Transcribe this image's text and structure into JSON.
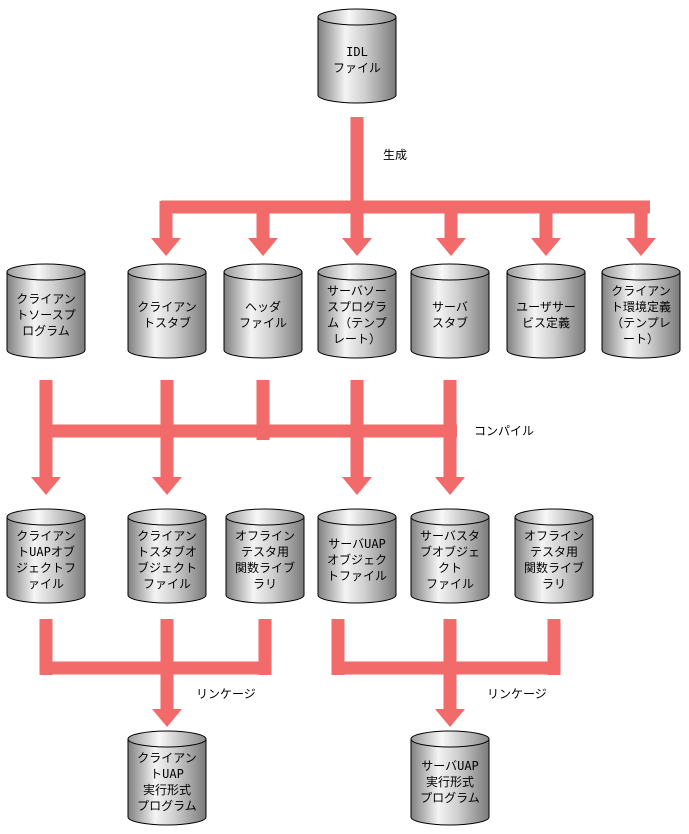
{
  "labels": {
    "generate": "生成",
    "compile": "コンパイル",
    "link_client": "リンケージ",
    "link_server": "リンケージ"
  },
  "colors": {
    "arrow": "#f26a6a",
    "cylinder_light": "#f2f2f2",
    "cylinder_dark": "#8c8c8c",
    "outline": "#000000"
  },
  "nodes": {
    "idl": [
      "IDL",
      "ファイル"
    ],
    "client_source": [
      "クライアン",
      "トソースプ",
      "ログラム"
    ],
    "client_stub": [
      "クライアン",
      "トスタブ"
    ],
    "header": [
      "ヘッダ",
      "ファイル"
    ],
    "server_source_template": [
      "サーバソー",
      "スプログラ",
      "ム（テンプ",
      "レート）"
    ],
    "server_stub": [
      "サーバ",
      "スタブ"
    ],
    "user_service_def": [
      "ユーザサー",
      "ビス定義"
    ],
    "client_env_template": [
      "クライアン",
      "ト環境定義",
      "（テンプレ",
      "ート）"
    ],
    "client_uap_obj": [
      "クライアン",
      "トUAPオブ",
      "ジェクトフ",
      "ァイル"
    ],
    "client_stub_obj": [
      "クライアン",
      "トスタブオ",
      "ブジェクト",
      "ファイル"
    ],
    "offline_lib_client": [
      "オフライン",
      "テスタ用",
      "関数ライブ",
      "ラリ"
    ],
    "server_uap_obj": [
      "サーバUAP",
      "オブジェク",
      "トファイル"
    ],
    "server_stub_obj": [
      "サーバスタ",
      "ブオブジェ",
      "クト",
      "ファイル"
    ],
    "offline_lib_server": [
      "オフライン",
      "テスタ用",
      "関数ライブ",
      "ラリ"
    ],
    "client_uap_exe": [
      "クライアン",
      "トUAP",
      "実行形式",
      "プログラム"
    ],
    "server_uap_exe": [
      "サーバUAP",
      "実行形式",
      "プログラム"
    ]
  }
}
